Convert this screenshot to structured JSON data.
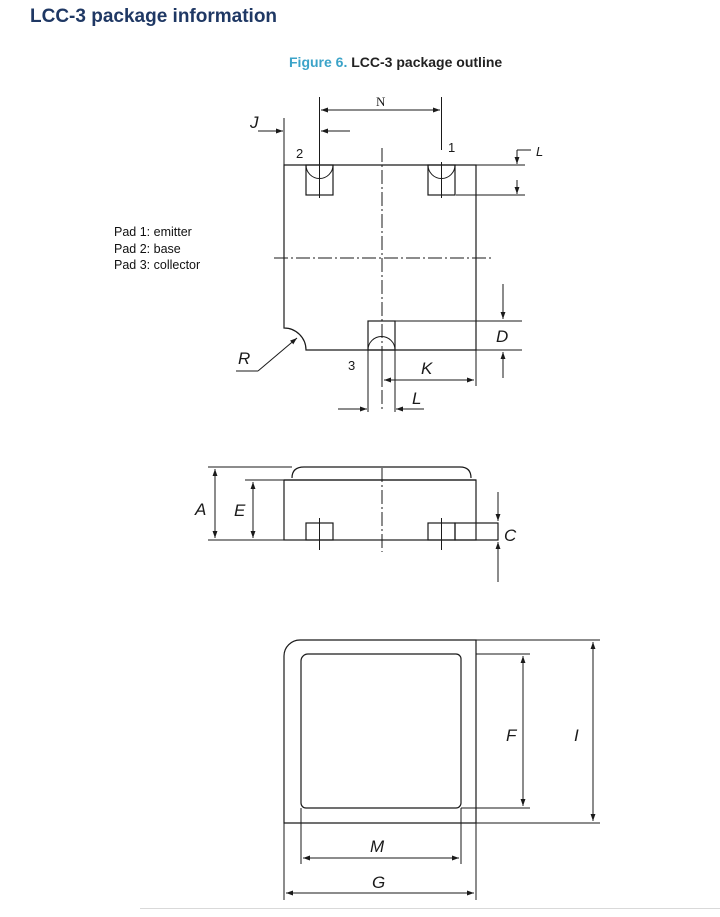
{
  "section": {
    "title": "LCC-3 package information"
  },
  "figure": {
    "number": "Figure 6.",
    "caption": "LCC-3 package outline"
  },
  "pad_legend": [
    "Pad 1: emitter",
    "Pad 2: base",
    "Pad 3: collector"
  ],
  "pads": {
    "p1": "1",
    "p2": "2",
    "p3": "3"
  },
  "dims": {
    "A": "A",
    "C": "C",
    "D": "D",
    "E": "E",
    "F": "F",
    "G": "G",
    "I": "I",
    "J": "J",
    "K": "K",
    "L": "L",
    "M": "M",
    "N": "N",
    "R": "R"
  }
}
